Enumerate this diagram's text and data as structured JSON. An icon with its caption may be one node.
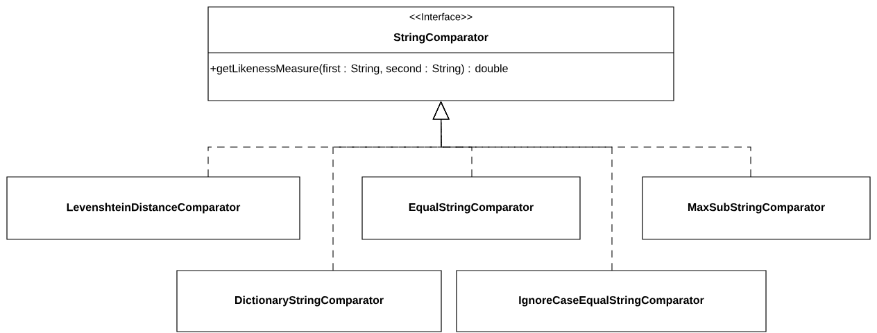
{
  "diagram": {
    "nodes": [
      {
        "text": [
          "<<Interface>>",
          "StringComparator",
          "+getLikenessMeasure(first : String, second : String) : double"
        ]
      },
      {
        "text": [
          "LevenshteinDistanceComparator"
        ]
      },
      {
        "text": [
          "EqualStringComparator"
        ]
      },
      {
        "text": [
          "MaxSubStringComparator"
        ]
      },
      {
        "text": [
          "DictionaryStringComparator"
        ]
      },
      {
        "text": [
          "IgnoreCaseEqualStringComparator"
        ]
      }
    ],
    "edges": [
      {
        "from": 1,
        "to": 0,
        "arrow": "to",
        "style": "dashed"
      },
      {
        "from": 4,
        "to": 0,
        "arrow": "to",
        "style": "dashed"
      },
      {
        "from": 2,
        "to": 0,
        "arrow": "to",
        "style": "dashed"
      },
      {
        "from": 5,
        "to": 0,
        "arrow": "to",
        "style": "dashed"
      },
      {
        "from": 3,
        "to": 0,
        "arrow": "to",
        "style": "dashed"
      }
    ]
  }
}
